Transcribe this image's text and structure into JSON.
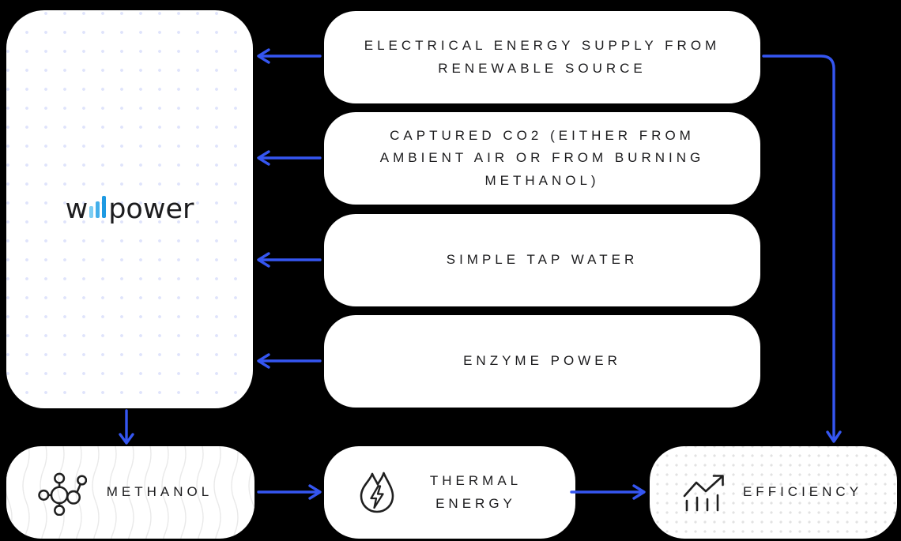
{
  "colors": {
    "background": "#000000",
    "arrow": "#3556f1",
    "box_bg": "#ffffff",
    "text": "#1c1c1e",
    "panel_dot": "#dfe3fb",
    "efficiency_dot": "#e2e2e2",
    "wave_line": "#e9e9e9",
    "logo_bar_1": "#7bcdf3",
    "logo_bar_2": "#43afea",
    "logo_bar_3": "#1e9ae2"
  },
  "logo": {
    "prefix": "w",
    "suffix": "power"
  },
  "input_boxes": [
    {
      "label": "ELECTRICAL ENERGY SUPPLY FROM RENEWABLE SOURCE"
    },
    {
      "label": "CAPTURED CO2 (EITHER FROM AMBIENT AIR OR FROM BURNING METHANOL)"
    },
    {
      "label": "SIMPLE TAP WATER"
    },
    {
      "label": "ENZYME POWER"
    }
  ],
  "output_boxes": [
    {
      "label": "METHANOL",
      "icon": "molecule-icon"
    },
    {
      "label": "THERMAL ENERGY",
      "icon": "flame-lightning-icon"
    },
    {
      "label": "EFFICIENCY",
      "icon": "growth-chart-icon"
    }
  ],
  "flows": [
    {
      "from": "electrical-energy-supply",
      "to": "willpower-panel"
    },
    {
      "from": "captured-co2",
      "to": "willpower-panel"
    },
    {
      "from": "simple-tap-water",
      "to": "willpower-panel"
    },
    {
      "from": "enzyme-power",
      "to": "willpower-panel"
    },
    {
      "from": "electrical-energy-supply",
      "to": "efficiency"
    },
    {
      "from": "willpower-panel",
      "to": "methanol"
    },
    {
      "from": "methanol",
      "to": "thermal-energy"
    },
    {
      "from": "thermal-energy",
      "to": "efficiency"
    }
  ]
}
